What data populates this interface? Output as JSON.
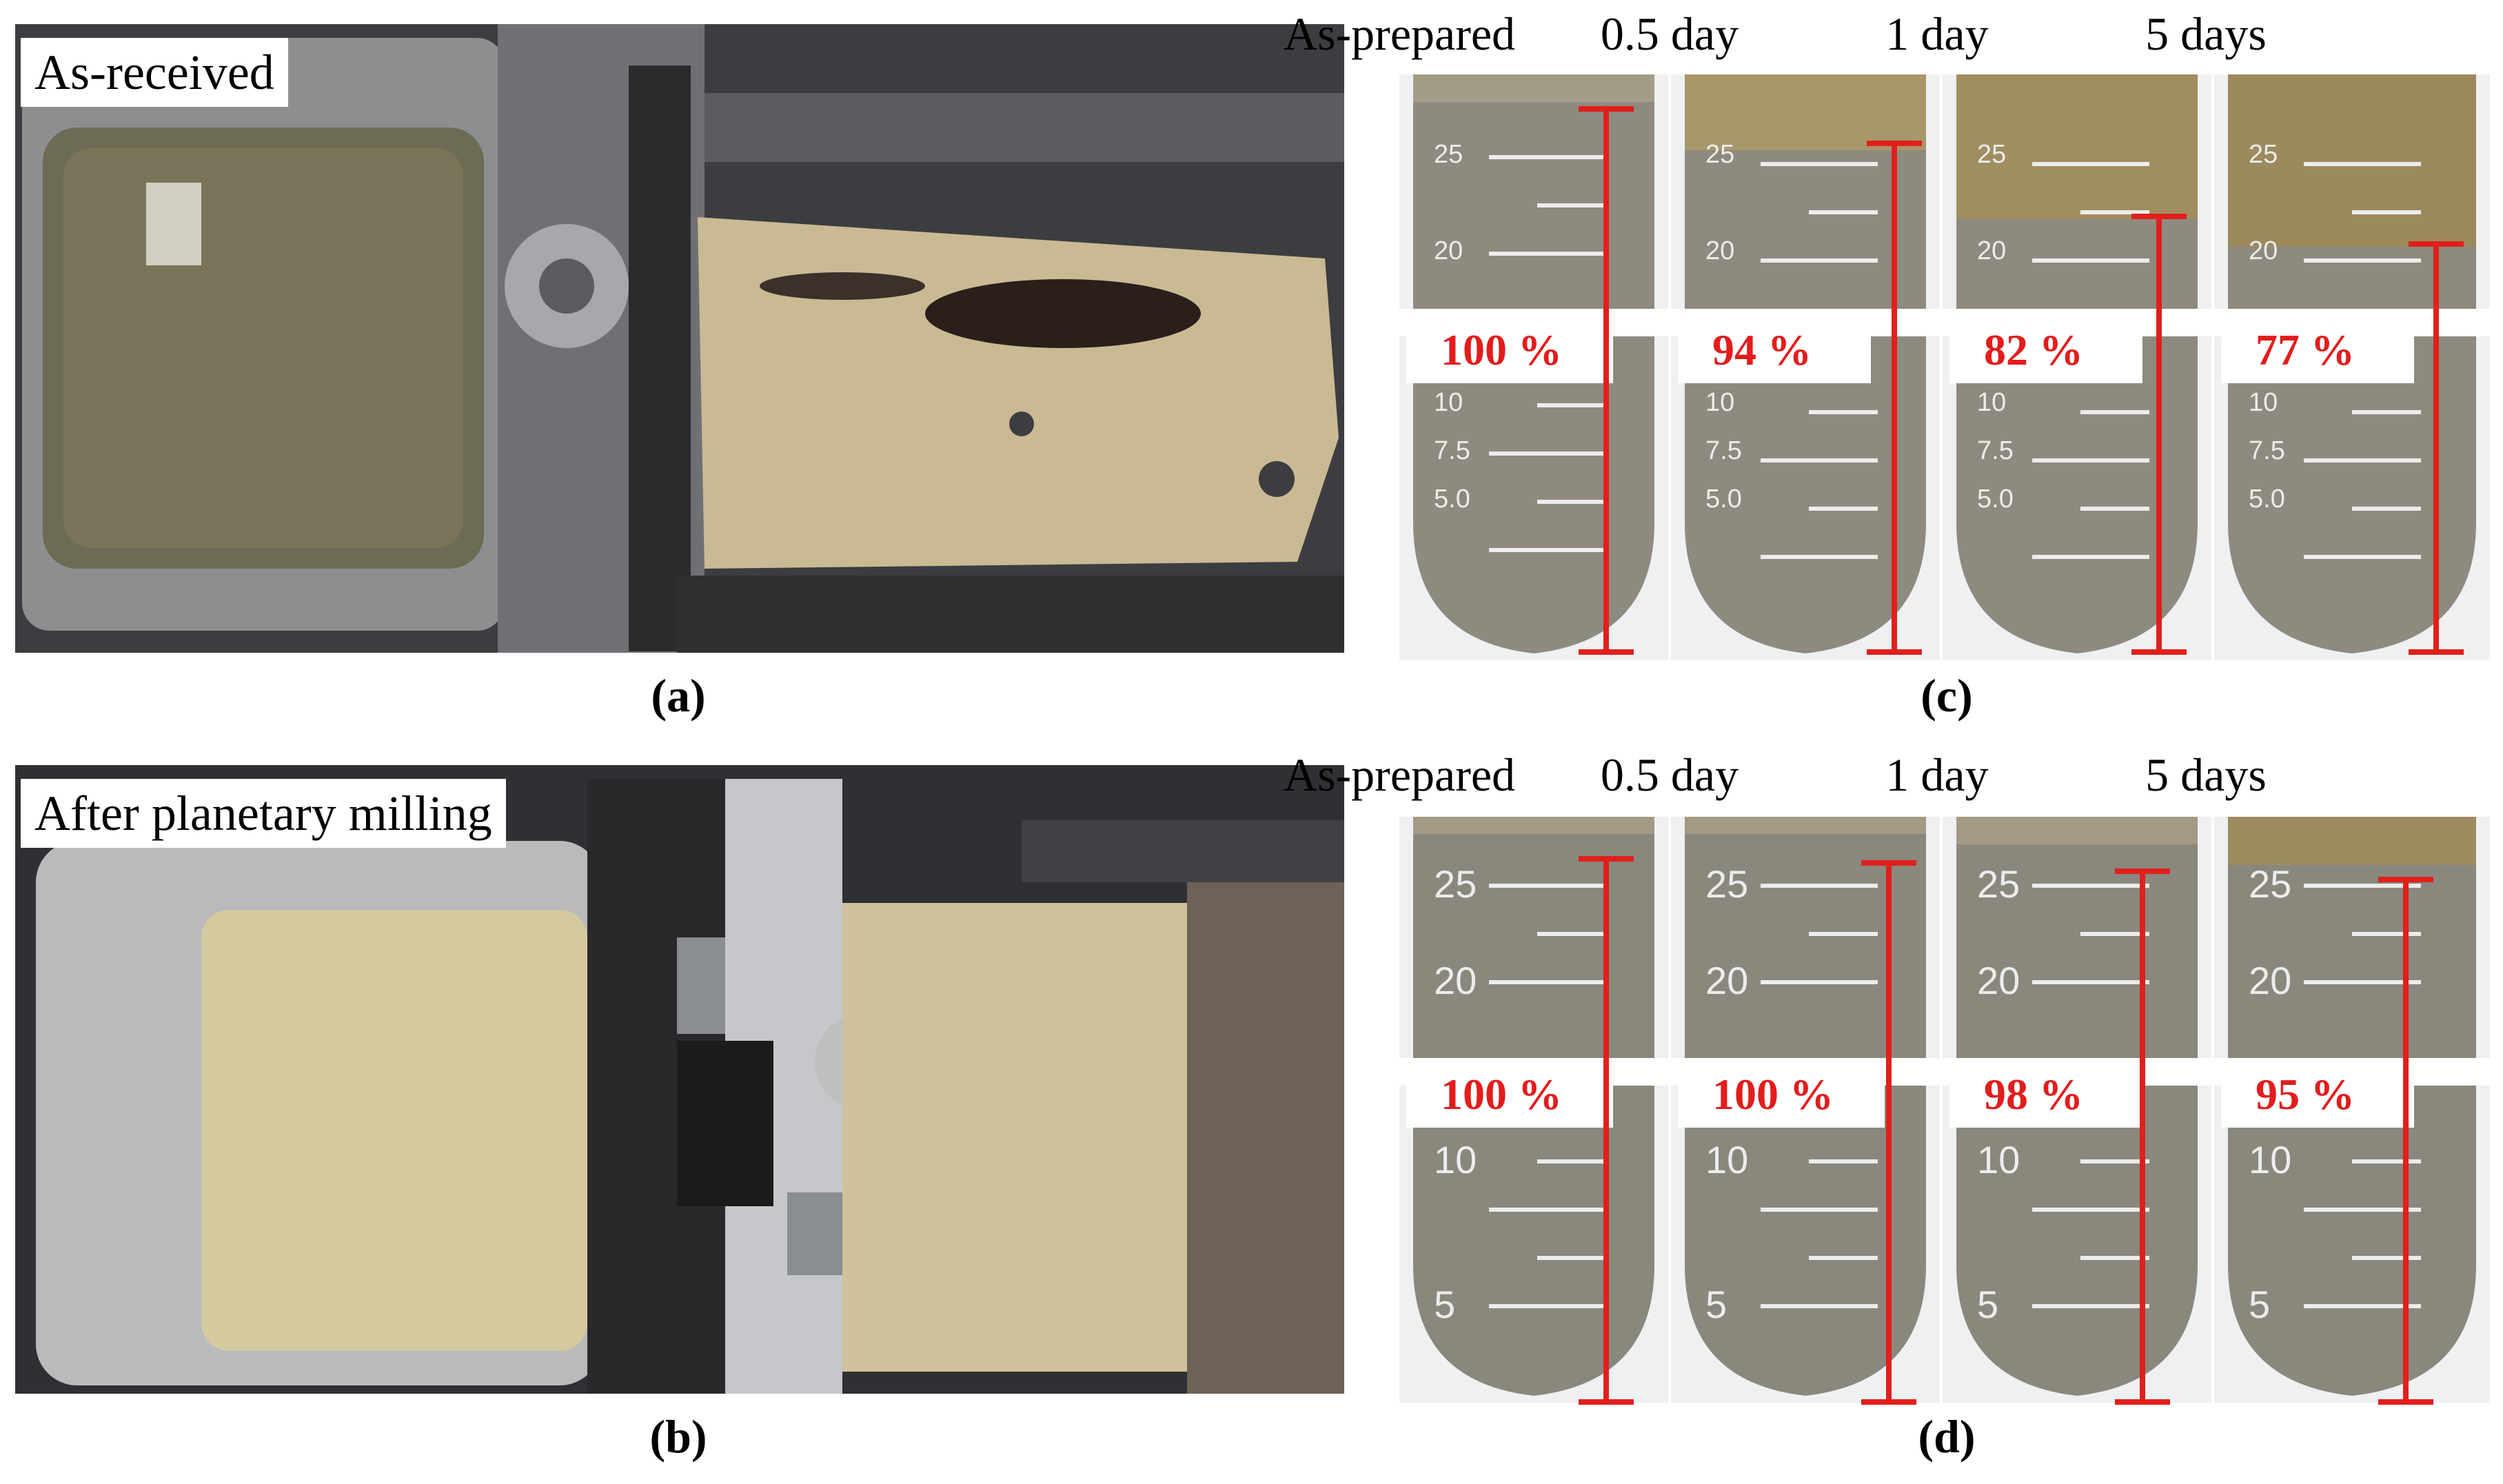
{
  "panels": {
    "a": {
      "letter": "(a)",
      "label": "As-received"
    },
    "b": {
      "letter": "(b)",
      "label": "After planetary milling"
    },
    "c": {
      "letter": "(c)",
      "columns": [
        {
          "time": "As-prepared",
          "percent": "100 %"
        },
        {
          "time": "0.5 day",
          "percent": "94 %"
        },
        {
          "time": "1 day",
          "percent": "82 %"
        },
        {
          "time": "5 days",
          "percent": "77 %"
        }
      ]
    },
    "d": {
      "letter": "(d)",
      "columns": [
        {
          "time": "As-prepared",
          "percent": "100 %"
        },
        {
          "time": "0.5 day",
          "percent": "100 %"
        },
        {
          "time": "1 day",
          "percent": "98 %"
        },
        {
          "time": "5 days",
          "percent": "95 %"
        }
      ]
    }
  },
  "colors": {
    "marker_red": "#e0201c",
    "percent_red": "#e31c1c",
    "slurry": "#cbbd93",
    "sediment": "#8e8a7f"
  },
  "tube_scale_c": [
    "25",
    "20",
    "10",
    "7.5",
    "5.0"
  ],
  "tube_scale_d": [
    "25",
    "20",
    "10",
    "5"
  ]
}
